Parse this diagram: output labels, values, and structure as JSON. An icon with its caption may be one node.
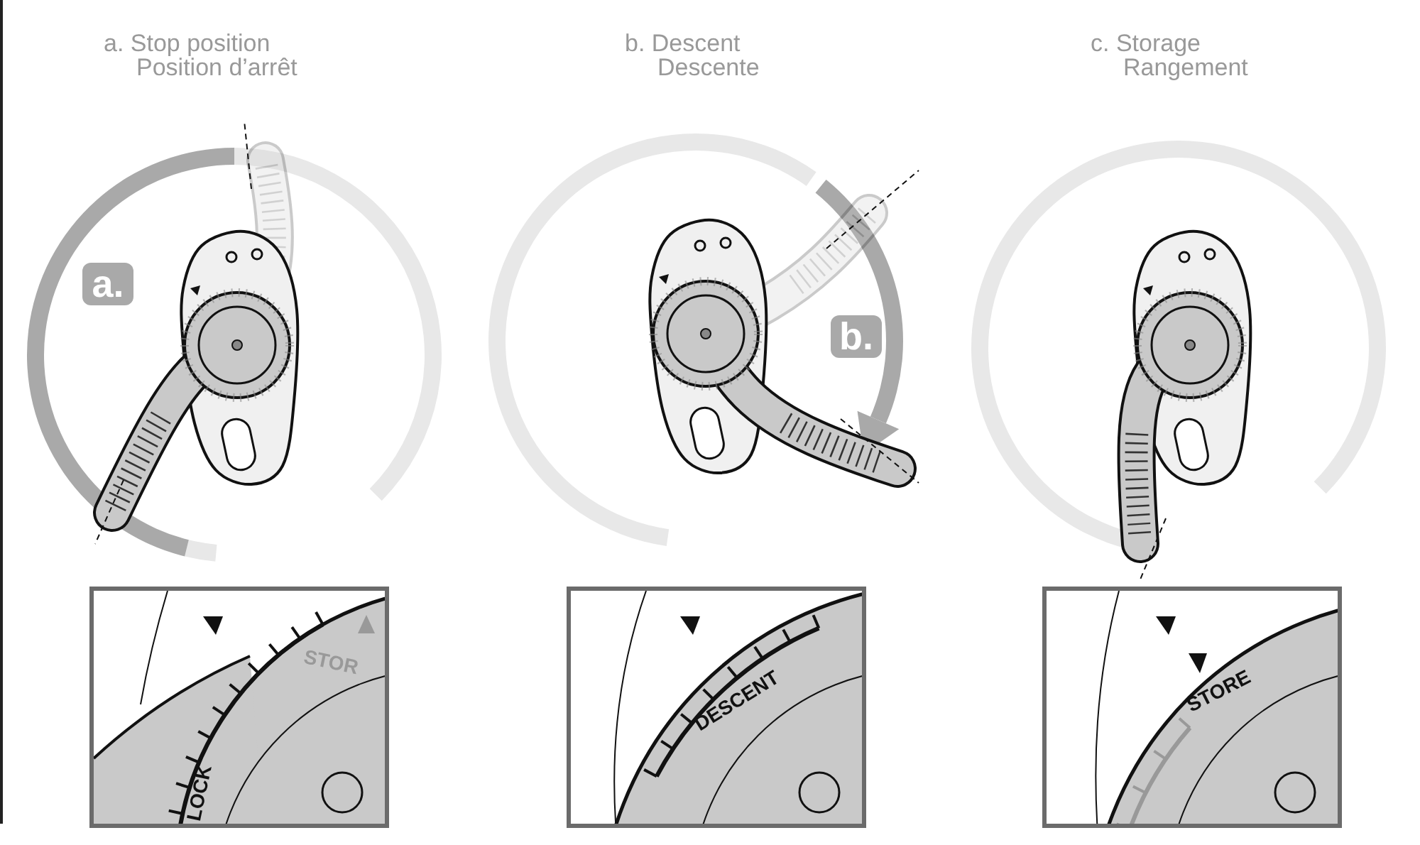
{
  "diagram": {
    "nodes": [
      {
        "text": [
          "a."
        ]
      },
      {
        "text": [
          "b."
        ]
      },
      {
        "text": [
          "LOCK",
          "STOR"
        ]
      },
      {
        "text": [
          "DESCENT"
        ]
      },
      {
        "text": [
          "STORE"
        ]
      }
    ],
    "labels": [
      "a. Stop position",
      "Position d’arrêt",
      "b. Descent",
      "Descente",
      "c. Storage",
      "Rangement"
    ]
  }
}
